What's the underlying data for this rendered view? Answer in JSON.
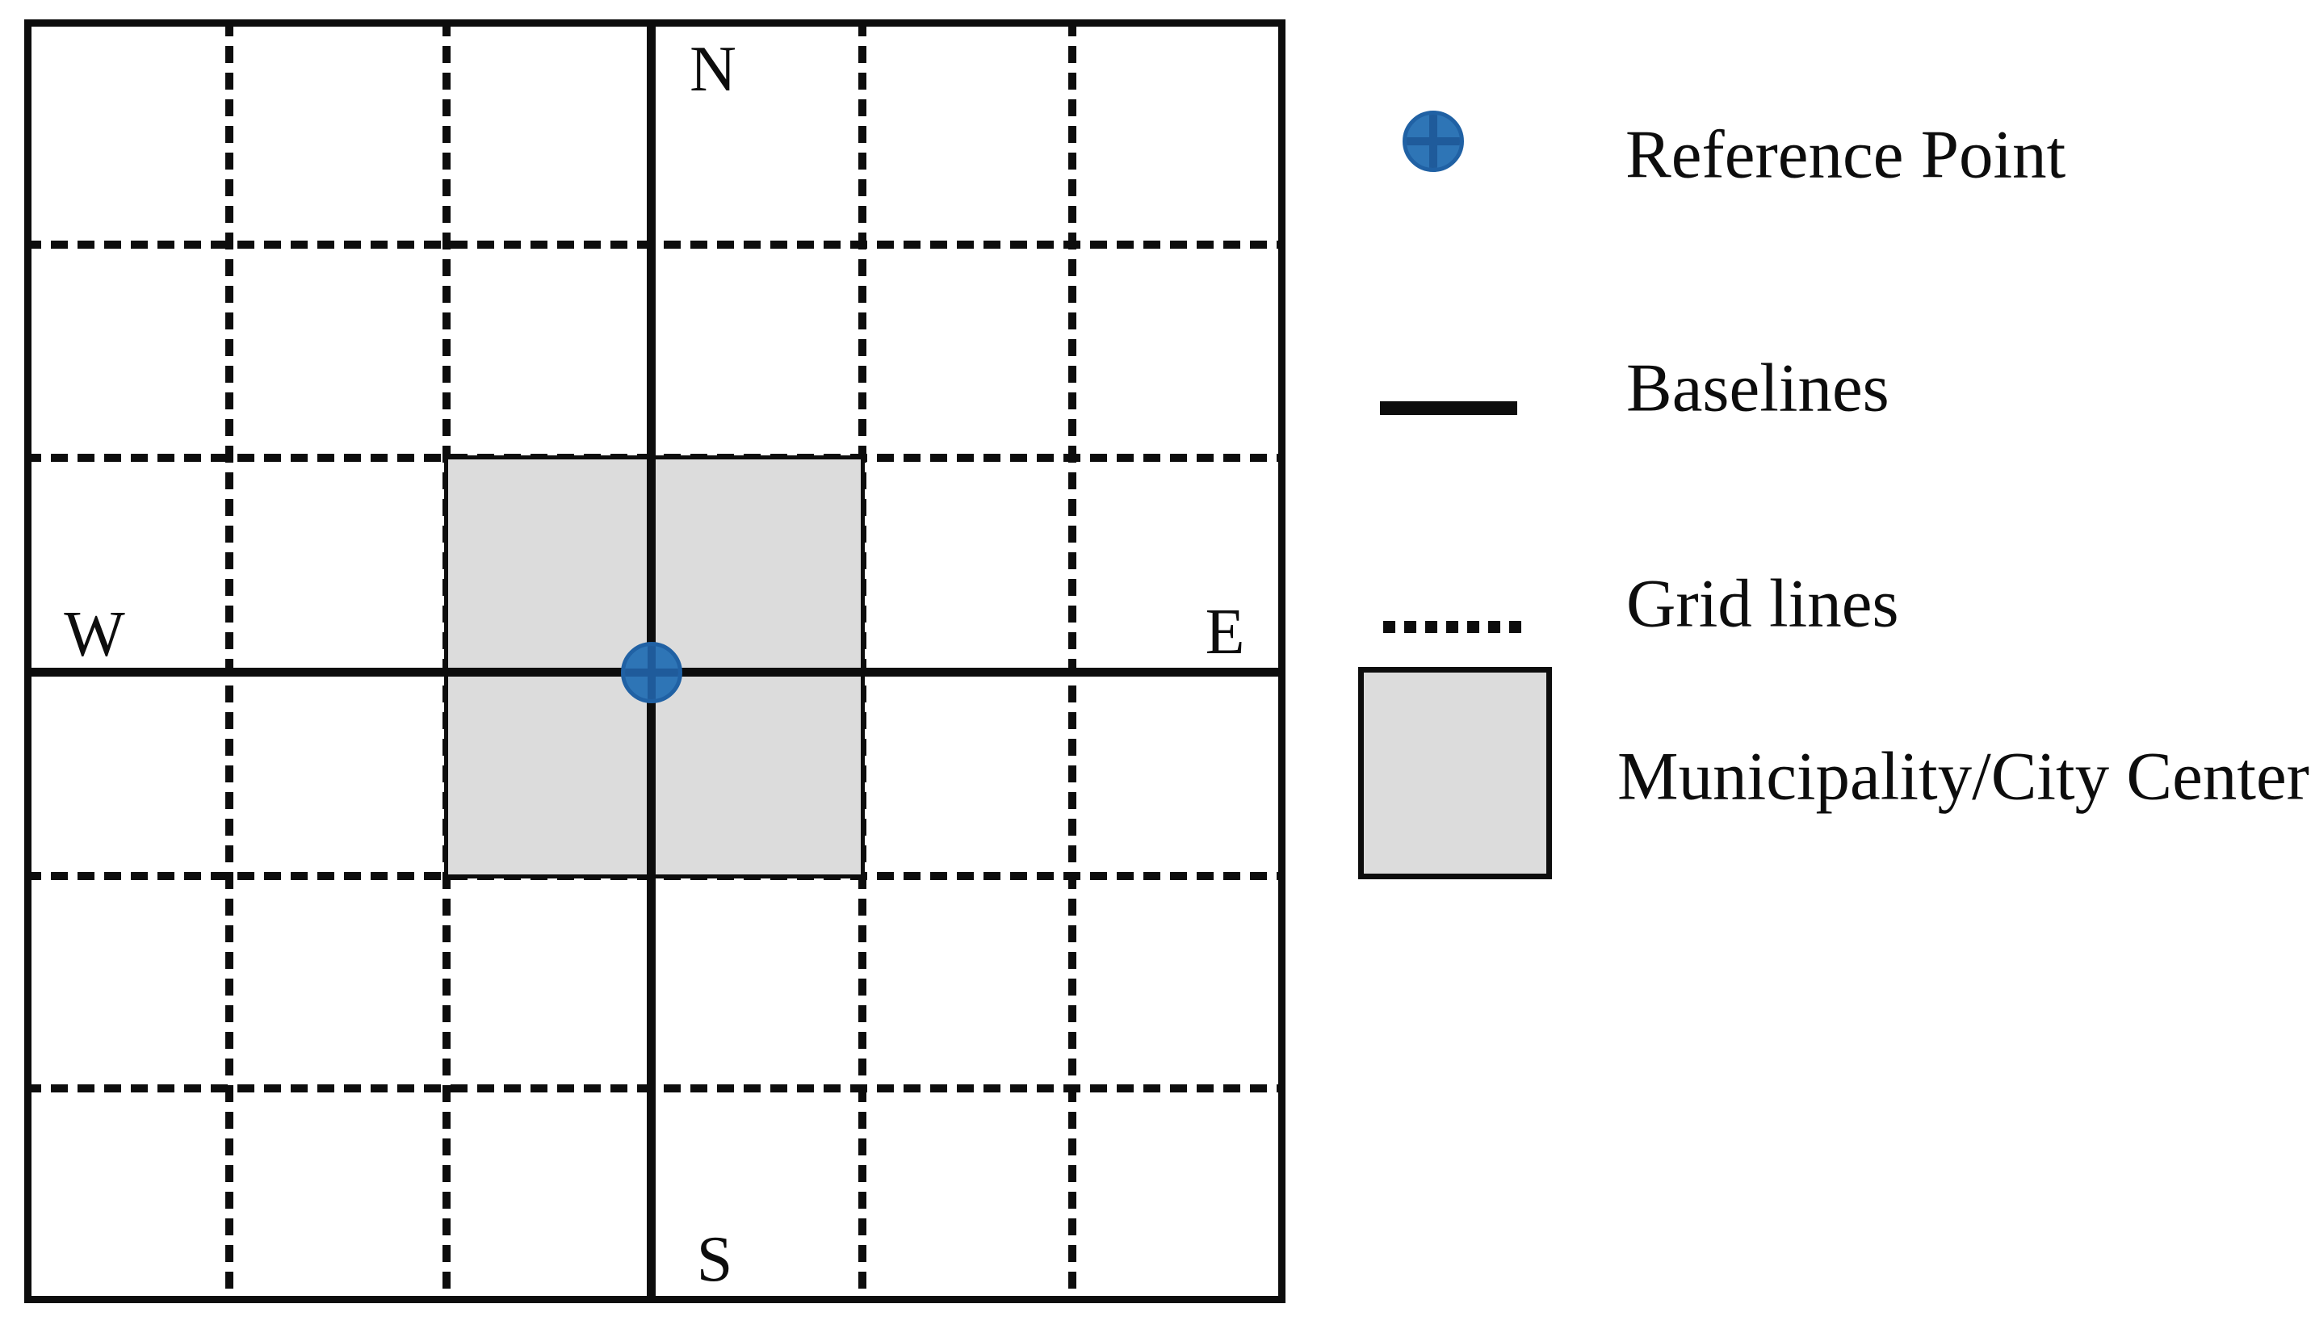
{
  "map": {
    "compass": {
      "north": "N",
      "south": "S",
      "west": "W",
      "east": "E"
    },
    "features": {
      "reference_point": "blue circle marker at baseline intersection",
      "baselines": "solid black north-south and east-west lines",
      "grid_lines": "dashed black lines forming 6x6 grid",
      "municipality_city_center": "gray shaded 2x2-cell square around reference point"
    }
  },
  "legend": {
    "items": [
      {
        "id": "reference-point",
        "swatch": "blue-globe-dot",
        "label": "Reference Point"
      },
      {
        "id": "baselines",
        "swatch": "solid-line",
        "label": "Baselines"
      },
      {
        "id": "grid-lines",
        "swatch": "dotted-line",
        "label": "Grid lines"
      },
      {
        "id": "municipality-city-center",
        "swatch": "gray-square",
        "label": "Municipality/City Center"
      }
    ]
  },
  "colors": {
    "background": "#ffffff",
    "line_black": "#0d0d0d",
    "shaded_fill": "#dcdcdc",
    "reference_point_fill": "#2e75b6",
    "reference_point_detail": "#1f5b9b"
  }
}
